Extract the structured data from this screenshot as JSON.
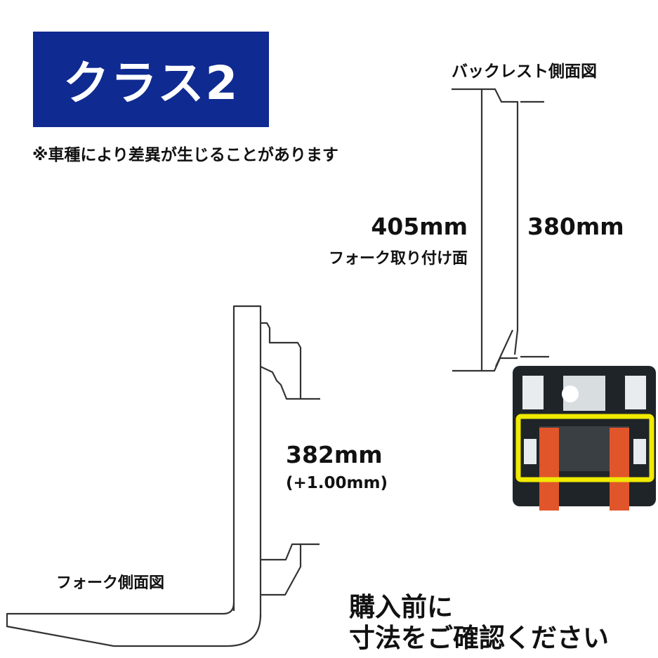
{
  "badge": {
    "label": "クラス2",
    "color": "#0f2a91"
  },
  "note": "※車種により差異が生じることがあります",
  "backrest": {
    "title": "バックレスト側面図",
    "dimension_left": "405mm",
    "dimension_left_caption": "フォーク取り付け面",
    "dimension_right": "380mm"
  },
  "fork": {
    "title": "フォーク側面図",
    "dimension": "382mm",
    "tolerance": "(+1.00mm)"
  },
  "photo": {
    "description": "forklift front view with fork carriage highlighted",
    "highlight_color": "#f0ea00",
    "fork_color": "#e0552a"
  },
  "call_to_action": {
    "line1": "購入前に",
    "line2": "寸法をご確認ください"
  }
}
